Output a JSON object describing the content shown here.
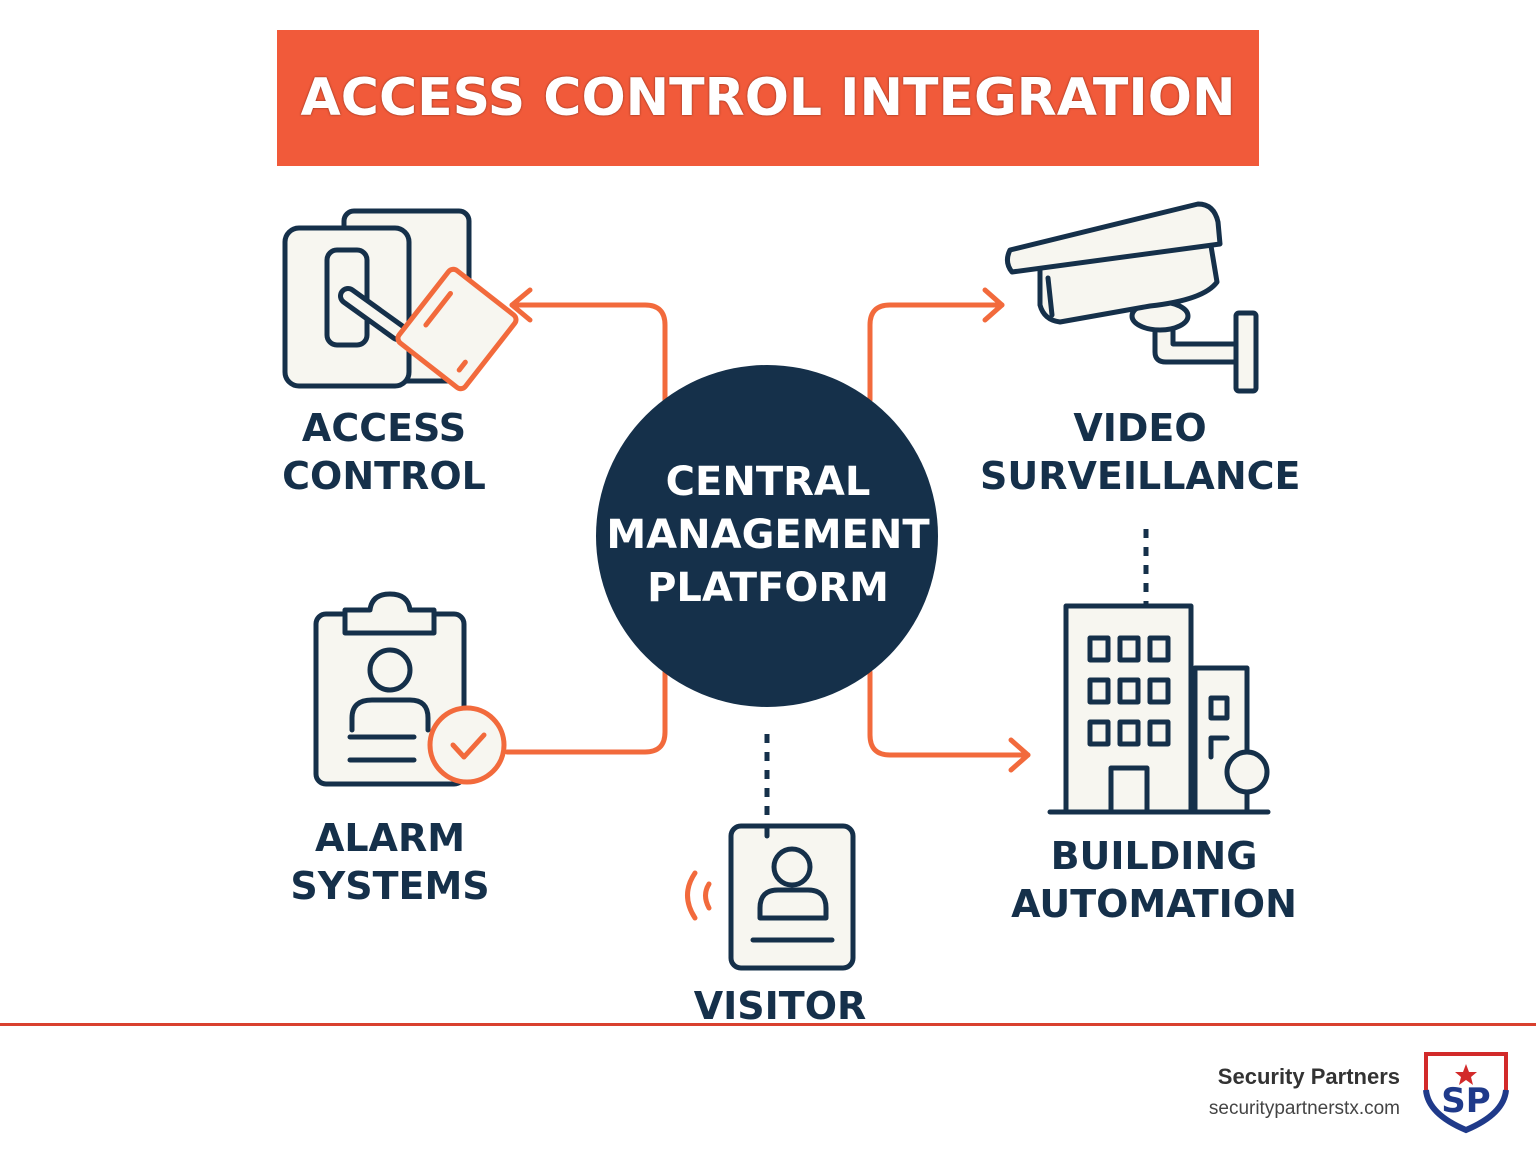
{
  "banner": {
    "title": "ACCESS CONTROL INTEGRATION"
  },
  "hub": {
    "lines": [
      "CENTRAL",
      "MANAGEMENT",
      "PLATFORM"
    ]
  },
  "nodes": {
    "access_control": {
      "lines": [
        "ACCESS",
        "CONTROL"
      ],
      "icon": "card-reader-icon"
    },
    "video_surveillance": {
      "lines": [
        "VIDEO",
        "SURVEILLANCE"
      ],
      "icon": "security-camera-icon"
    },
    "alarm_systems": {
      "lines": [
        "ALARM",
        "SYSTEMS"
      ],
      "icon": "clipboard-check-icon"
    },
    "visitor": {
      "lines": [
        "VISITOR"
      ],
      "icon": "visitor-badge-icon"
    },
    "building_automation": {
      "lines": [
        "BUILDING",
        "AUTOMATION"
      ],
      "icon": "building-icon"
    }
  },
  "footer": {
    "company": "Security Partners",
    "url": "securitypartnerstx.com",
    "logo_text": "SP"
  },
  "colors": {
    "accent": "#f15a3a",
    "navy": "#15304a",
    "icon_fill": "#f7f6f0"
  }
}
